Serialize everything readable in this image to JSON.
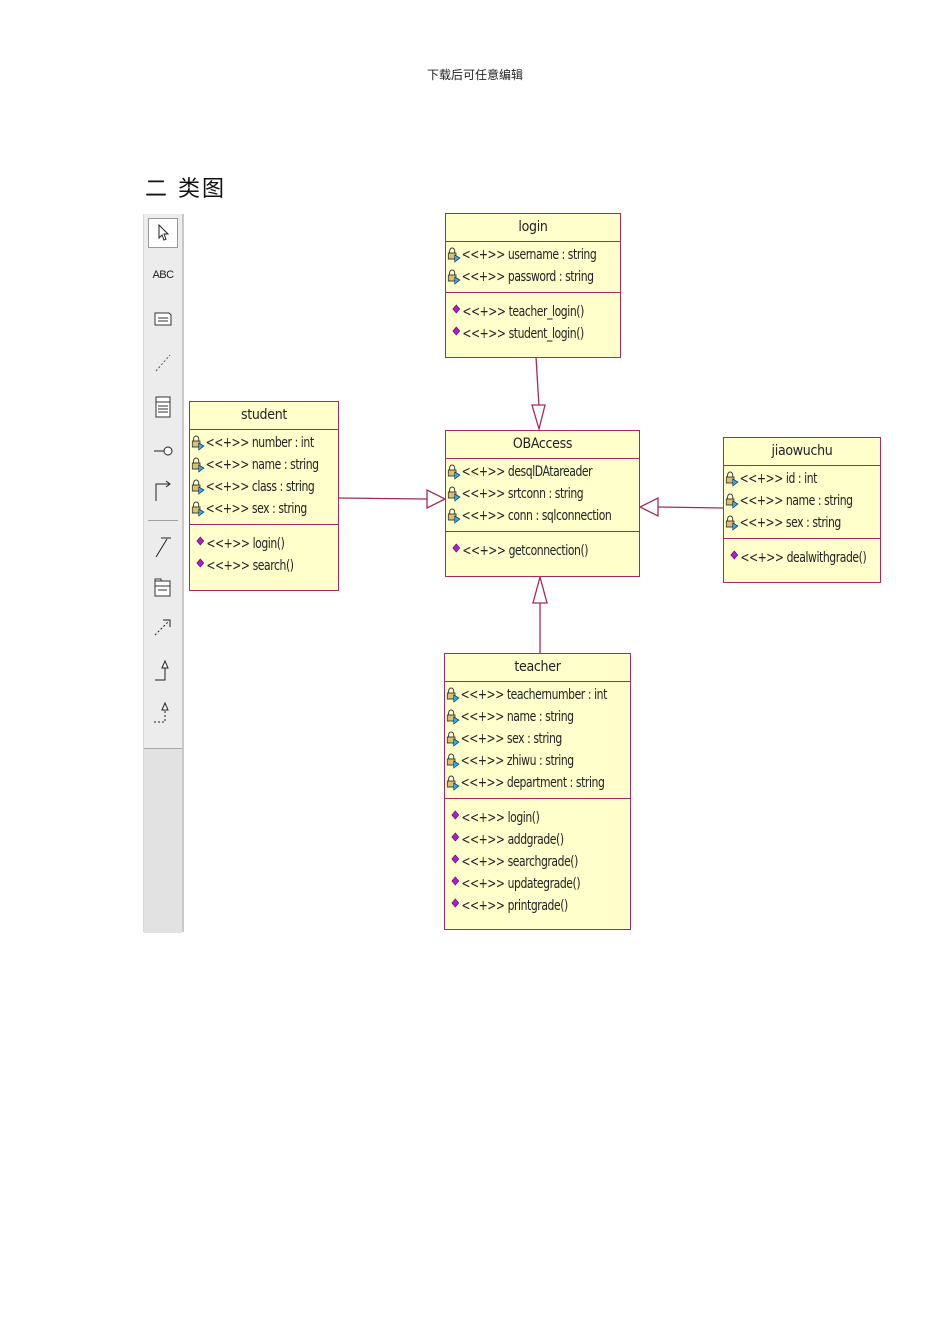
{
  "header": {
    "text": "下载后可任意编辑"
  },
  "section_title": "二 类图",
  "toolbox": {
    "items": [
      {
        "icon": "pointer-arrow-icon"
      },
      {
        "icon": "text-abc-icon",
        "label": "ABC"
      },
      {
        "icon": "note-icon"
      },
      {
        "icon": "anchor-note-line-icon"
      },
      {
        "icon": "class-icon"
      },
      {
        "icon": "interface-lollipop-icon"
      },
      {
        "icon": "association-corner-icon"
      },
      {
        "icon": "unidirectional-association-icon"
      },
      {
        "icon": "package-icon"
      },
      {
        "icon": "dependency-arrow-icon"
      },
      {
        "icon": "generalization-icon"
      },
      {
        "icon": "realization-icon"
      }
    ]
  },
  "classes": {
    "login": {
      "name": "login",
      "attributes": [
        "<<+>> username : string",
        "<<+>> password : string"
      ],
      "operations": [
        "<<+>> teacher_login()",
        "<<+>> student_login()"
      ]
    },
    "student": {
      "name": "student",
      "attributes": [
        "<<+>> number : int",
        "<<+>> name : string",
        "<<+>> class : string",
        "<<+>> sex : string"
      ],
      "operations": [
        "<<+>> login()",
        "<<+>> search()"
      ]
    },
    "obaccess": {
      "name": "OBAccess",
      "attributes": [
        "<<+>> desqlDAtareader",
        "<<+>> srtconn : string",
        "<<+>> conn : sqlconnection"
      ],
      "operations": [
        "<<+>> getconnection()"
      ]
    },
    "jiaowuchu": {
      "name": "jiaowuchu",
      "attributes": [
        "<<+>> id : int",
        "<<+>> name : string",
        "<<+>> sex : string"
      ],
      "operations": [
        "<<+>> dealwithgrade()"
      ]
    },
    "teacher": {
      "name": "teacher",
      "attributes": [
        "<<+>> teachernumber : int",
        "<<+>> name : string",
        "<<+>> sex : string",
        "<<+>> zhiwu : string",
        "<<+>> department : string"
      ],
      "operations": [
        "<<+>> login()",
        "<<+>> addgrade()",
        "<<+>> searchgrade()",
        "<<+>> updategrade()",
        "<<+>> printgrade()"
      ]
    }
  },
  "relationships": [
    {
      "type": "generalization",
      "from": "login",
      "to": "OBAccess"
    },
    {
      "type": "generalization",
      "from": "student",
      "to": "OBAccess"
    },
    {
      "type": "generalization",
      "from": "jiaowuchu",
      "to": "OBAccess"
    },
    {
      "type": "generalization",
      "from": "teacher",
      "to": "OBAccess"
    }
  ],
  "colors": {
    "class_fill": "#ffffcc",
    "class_border": "#a52a5e",
    "connector": "#a52a5e"
  }
}
